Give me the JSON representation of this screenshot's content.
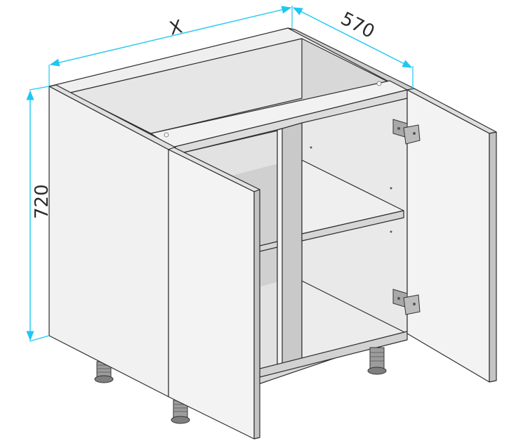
{
  "dimensions": {
    "width_label": "X",
    "depth_label": "570",
    "height_label": "720"
  },
  "colors": {
    "dimension_line": "#1ec8f0",
    "panel_front": "#f0f0f0",
    "panel_inner": "#d4d4d4",
    "panel_edge": "#bdbdbd",
    "hardware": "#9a9a9a"
  },
  "icons": {
    "hinge": "cabinet-hinge",
    "leg": "adjustable-leg"
  }
}
